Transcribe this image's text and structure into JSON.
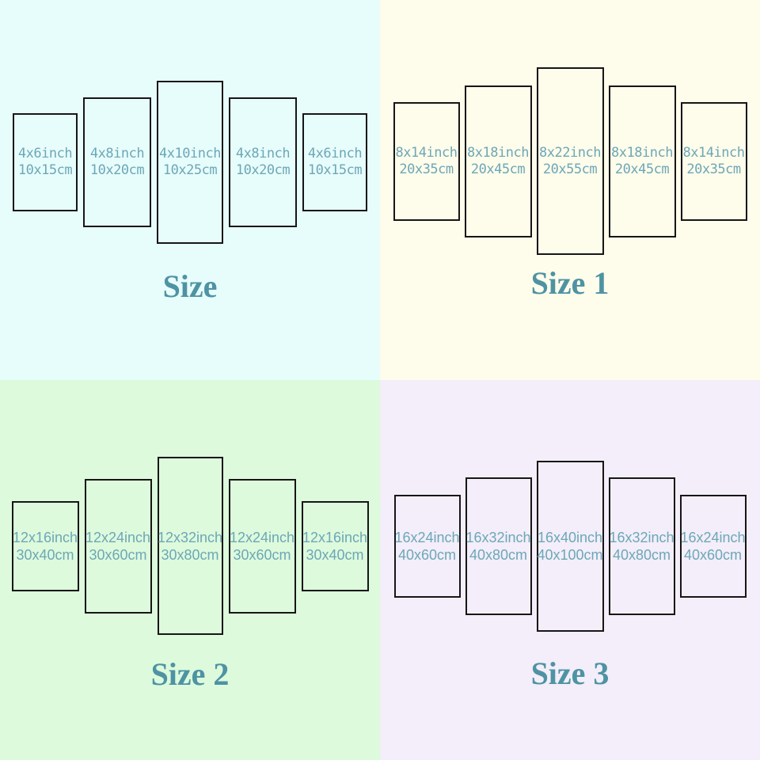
{
  "colors": {
    "panel-border": "#161616",
    "label-text": "#6DA7B8",
    "title-text": "#4E93A4"
  },
  "quadrants": [
    {
      "title": "Size",
      "bg": "#E7FDFB",
      "panels": [
        {
          "inch": "4x6inch",
          "cm": "10x15cm"
        },
        {
          "inch": "4x8inch",
          "cm": "10x20cm"
        },
        {
          "inch": "4x10inch",
          "cm": "10x25cm"
        },
        {
          "inch": "4x8inch",
          "cm": "10x20cm"
        },
        {
          "inch": "4x6inch",
          "cm": "10x15cm"
        }
      ]
    },
    {
      "title": "Size 1",
      "bg": "#FEFCEA",
      "panels": [
        {
          "inch": "8x14inch",
          "cm": "20x35cm"
        },
        {
          "inch": "8x18inch",
          "cm": "20x45cm"
        },
        {
          "inch": "8x22inch",
          "cm": "20x55cm"
        },
        {
          "inch": "8x18inch",
          "cm": "20x45cm"
        },
        {
          "inch": "8x14inch",
          "cm": "20x35cm"
        }
      ]
    },
    {
      "title": "Size 2",
      "bg": "#DDFADC",
      "panels": [
        {
          "inch": "12x16inch",
          "cm": "30x40cm"
        },
        {
          "inch": "12x24inch",
          "cm": "30x60cm"
        },
        {
          "inch": "12x32inch",
          "cm": "30x80cm"
        },
        {
          "inch": "12x24inch",
          "cm": "30x60cm"
        },
        {
          "inch": "12x16inch",
          "cm": "30x40cm"
        }
      ]
    },
    {
      "title": "Size 3",
      "bg": "#F3EEF9",
      "panels": [
        {
          "inch": "16x24inch",
          "cm": "40x60cm"
        },
        {
          "inch": "16x32inch",
          "cm": "40x80cm"
        },
        {
          "inch": "16x40inch",
          "cm": "40x100cm"
        },
        {
          "inch": "16x32inch",
          "cm": "40x80cm"
        },
        {
          "inch": "16x24inch",
          "cm": "40x60cm"
        }
      ]
    }
  ]
}
